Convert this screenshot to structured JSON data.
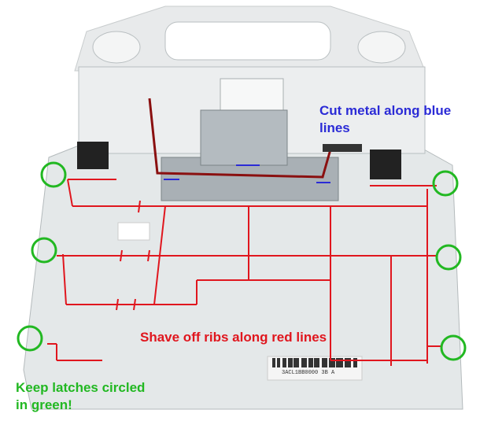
{
  "annotations": {
    "blue": "Cut metal along blue lines",
    "red": "Shave off ribs along red lines",
    "green": "Keep latches circled in green!"
  },
  "colors": {
    "blue": "#2b2bd6",
    "red": "#e0161e",
    "green": "#22b822"
  },
  "barcode_label": "3ACL1BB0000 3B A"
}
